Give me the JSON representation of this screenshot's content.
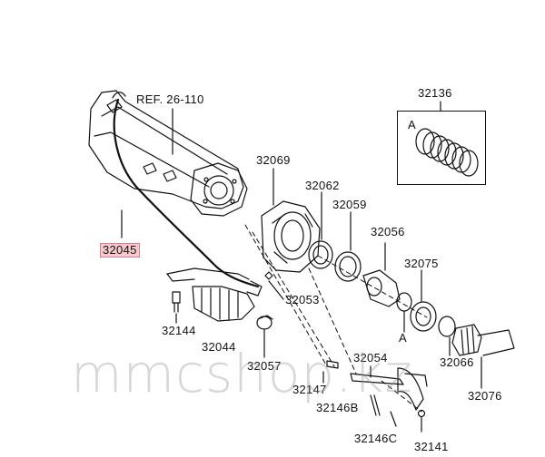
{
  "diagram": {
    "ref_label": "REF. 26-110",
    "parts": {
      "p32136": "32136",
      "p32069": "32069",
      "p32062": "32062",
      "p32059": "32059",
      "p32056": "32056",
      "p32075": "32075",
      "p32045": "32045",
      "p32053": "32053",
      "p32144": "32144",
      "p32044": "32044",
      "p32057": "32057",
      "p32054": "32054",
      "p32066": "32066",
      "p32076": "32076",
      "p32147": "32147",
      "p32146B": "32146B",
      "p32146C": "32146C",
      "p32141": "32141"
    },
    "marker_a_box": "A",
    "marker_a_main": "A"
  },
  "watermark": "mmcshop.kz",
  "colors": {
    "line": "#111111",
    "highlight": "#f6c9cf",
    "highlight_border": "#e07d8a"
  }
}
